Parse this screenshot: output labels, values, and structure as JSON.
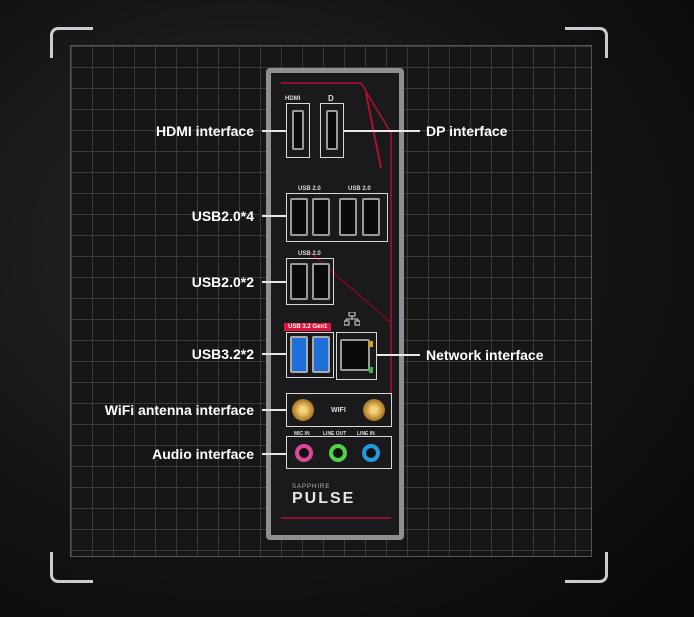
{
  "labels": {
    "hdmi": "HDMI interface",
    "dp": "DP interface",
    "usb20x4": "USB2.0*4",
    "usb20x2": "USB2.0*2",
    "usb32x2": "USB3.2*2",
    "network": "Network interface",
    "wifi_antenna": "WiFi antenna interface",
    "audio": "Audio interface"
  },
  "panel": {
    "hdmi_mark": "HDMI",
    "dp_mark": "D",
    "usb20_a": "USB 2.0",
    "usb20_b": "USB 2.0",
    "usb20_c": "USB 2.0",
    "usb32_badge": "USB 3.2 Gen1",
    "wifi": "WIFI",
    "mic_in": "MIC IN",
    "line_out": "LINE OUT",
    "line_in": "LINE IN",
    "logo_brand": "SAPPHIRE",
    "logo_product": "PULSE"
  },
  "colors": {
    "accent": "#e0143c",
    "usb3": "#1e6fd9",
    "mic": "#e0479b",
    "lineout": "#4fd14a",
    "linein": "#1f9be0"
  }
}
